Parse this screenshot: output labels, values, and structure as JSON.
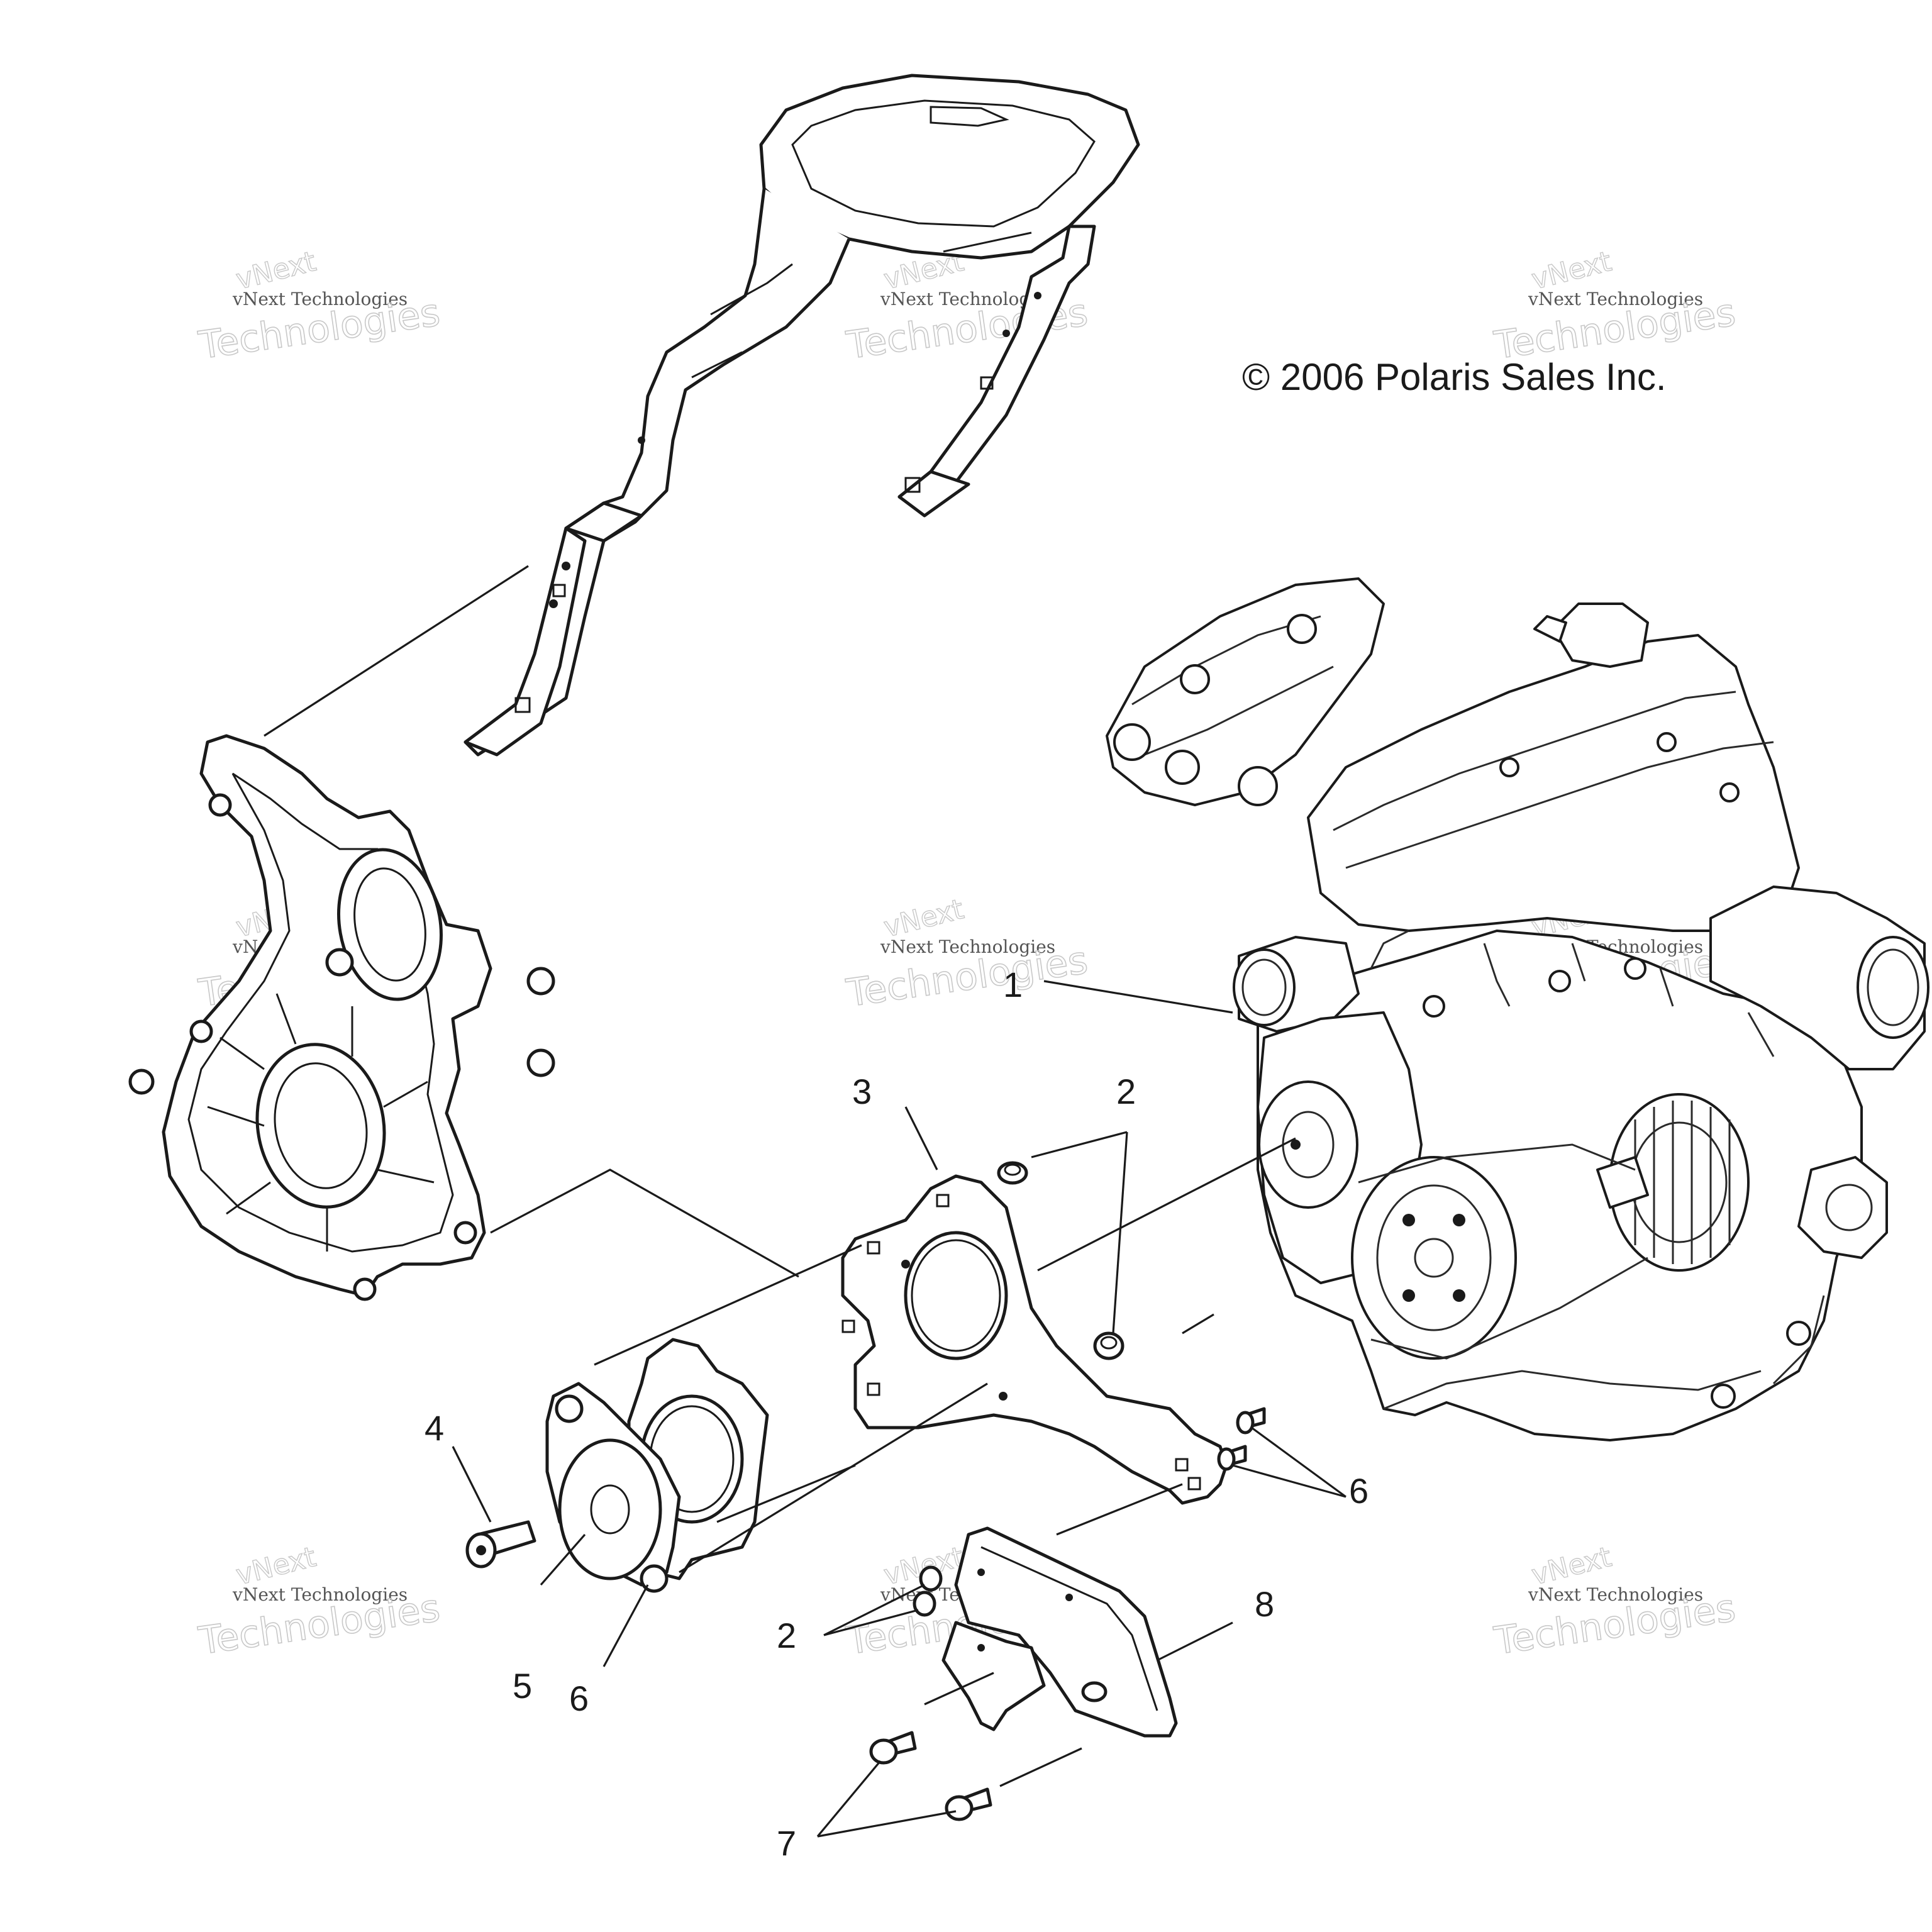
{
  "copyright": "© 2006 Polaris Sales Inc.",
  "watermark": {
    "line_small": "vNext Technologies",
    "line_large_top": "vNext",
    "line_large_bottom": "Technologies"
  },
  "callouts": {
    "c1": "1",
    "c2_top": "2",
    "c2_bottom": "2",
    "c3": "3",
    "c4": "4",
    "c5": "5",
    "c6_right": "6",
    "c6_bottom": "6",
    "c7": "7",
    "c8": "8"
  },
  "colors": {
    "line": "#1a1a1a",
    "watermark": "#c8c8c8",
    "background": "#ffffff"
  }
}
